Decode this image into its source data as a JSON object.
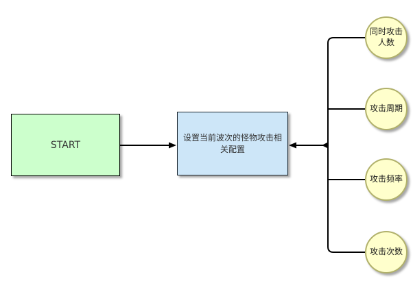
{
  "diagram": {
    "background_color": "#ffffff",
    "edge_color": "#000000",
    "start_node": {
      "label": "START",
      "fill_color": "#ccffcc",
      "border_color": "#000000"
    },
    "config_node": {
      "label": "设置当前波次的怪物攻击相关配置",
      "fill_color": "#cde6f8",
      "border_color": "#17222b"
    },
    "param_nodes": [
      {
        "label": "同时攻击人数"
      },
      {
        "label": "攻击周期"
      },
      {
        "label": "攻击频率"
      },
      {
        "label": "攻击次数"
      }
    ],
    "param_node_style": {
      "fill_color": "#ffffcc",
      "border_color": "#b1b16b"
    }
  }
}
